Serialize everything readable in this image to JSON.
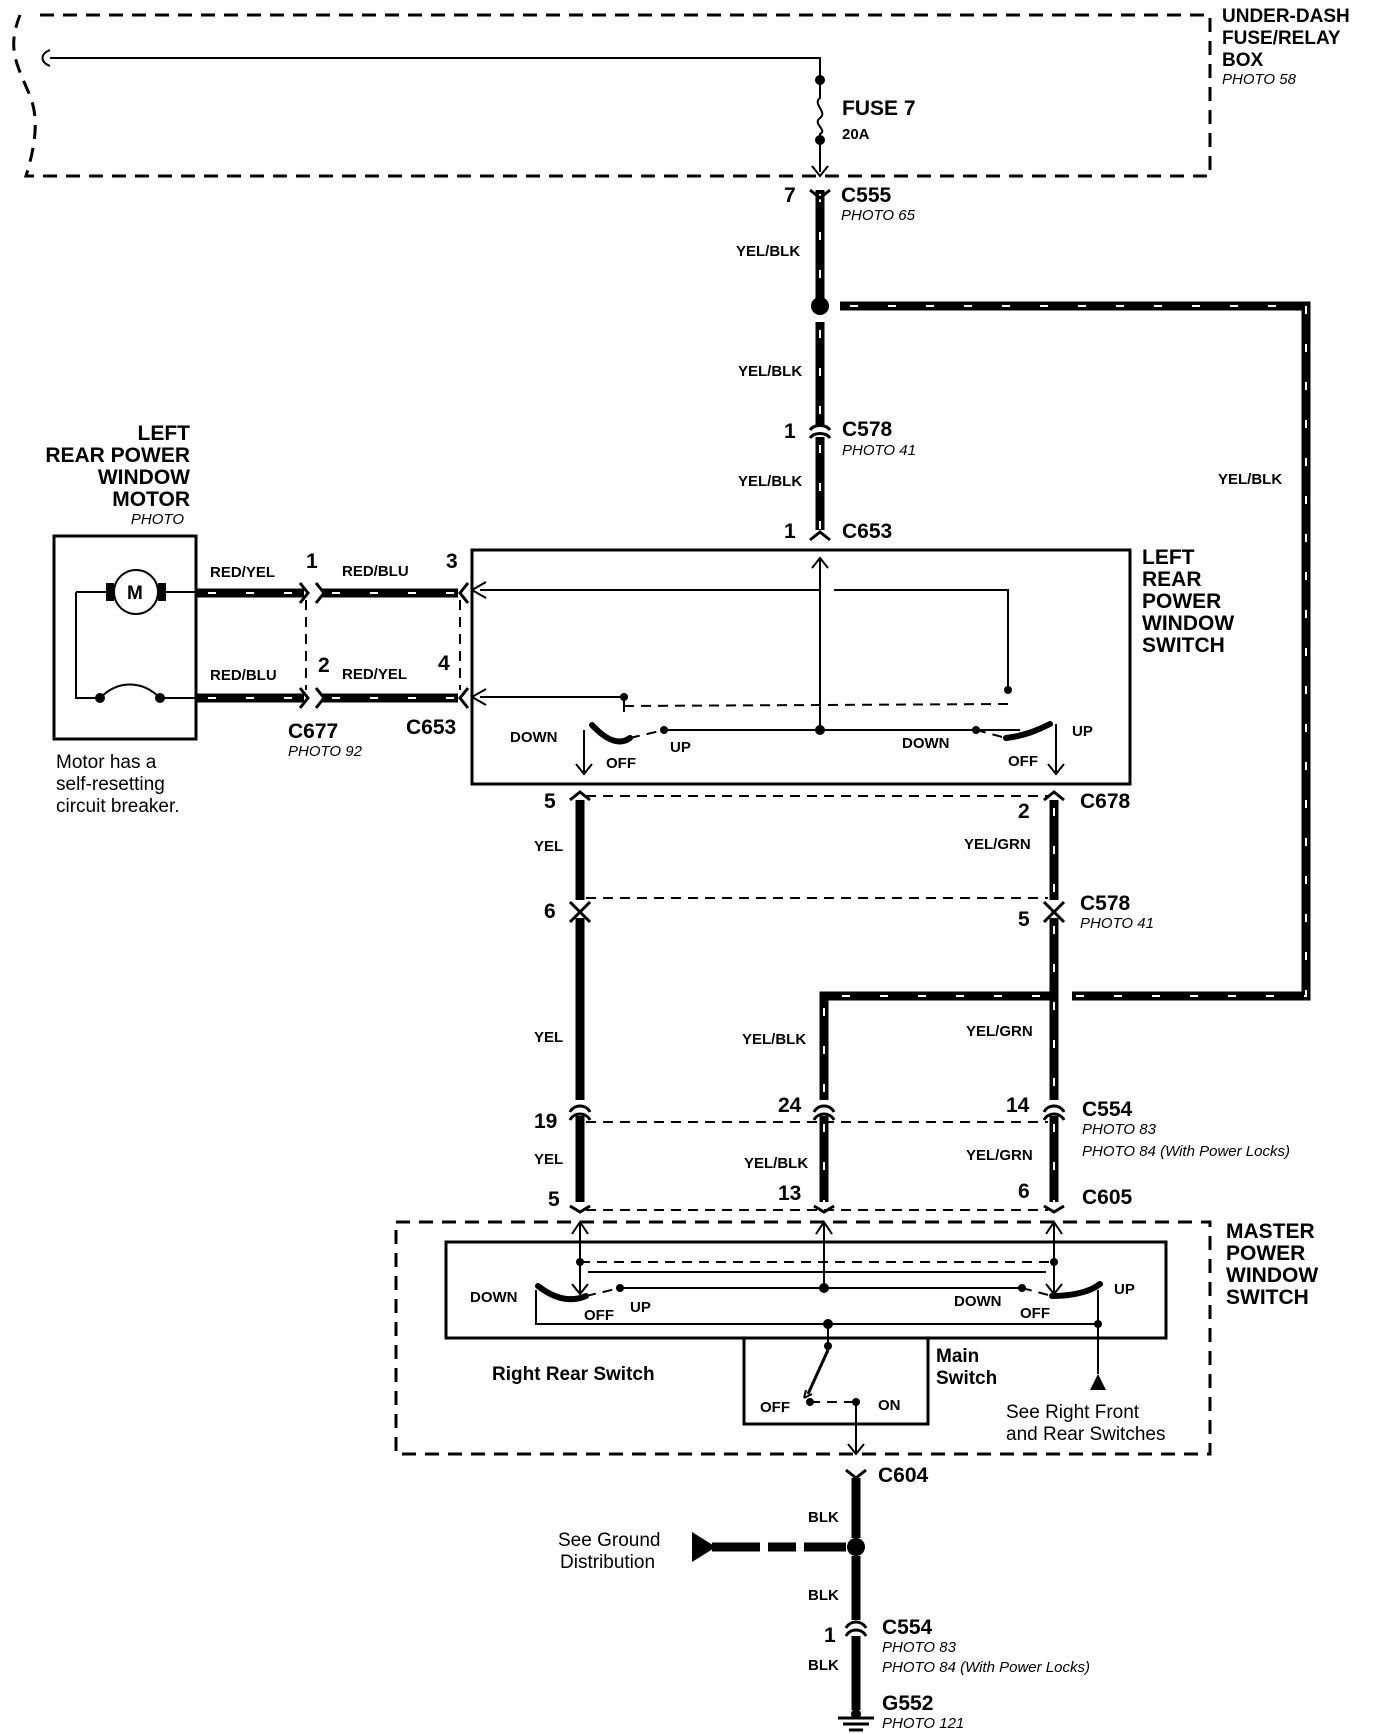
{
  "fuse_box": {
    "title_lines": [
      "UNDER-DASH",
      "FUSE/RELAY",
      "BOX"
    ],
    "photo": "PHOTO 58",
    "fuse_name": "FUSE 7",
    "fuse_rating": "20A"
  },
  "connectors": {
    "c555": {
      "name": "C555",
      "photo": "PHOTO 65",
      "pin": "7"
    },
    "c578_top": {
      "name": "C578",
      "photo": "PHOTO 41",
      "pin": "1"
    },
    "c653_top": {
      "name": "C653",
      "pin": "1"
    },
    "c677": {
      "name": "C677",
      "photo": "PHOTO 92",
      "pins": [
        "1",
        "2"
      ]
    },
    "c653_side": {
      "name": "C653",
      "pins": [
        "3",
        "4"
      ]
    },
    "c678": {
      "name": "C678",
      "pins": [
        "5",
        "2"
      ]
    },
    "c578_mid": {
      "name": "C578",
      "photo": "PHOTO 41",
      "pins": [
        "6",
        "5"
      ]
    },
    "c554_mid": {
      "name": "C554",
      "photo": "PHOTO 83",
      "photo2": "PHOTO 84 (With Power Locks)",
      "pins": [
        "19",
        "24",
        "14"
      ]
    },
    "c605": {
      "name": "C605",
      "pins": [
        "5",
        "13",
        "6"
      ]
    },
    "c604": {
      "name": "C604"
    },
    "c554_bottom": {
      "name": "C554",
      "photo": "PHOTO 83",
      "photo2": "PHOTO 84 (With Power Locks)",
      "pin": "1"
    },
    "g552": {
      "name": "G552",
      "photo": "PHOTO 121"
    }
  },
  "wires": {
    "yel_blk": "YEL/BLK",
    "red_yel": "RED/YEL",
    "red_blu": "RED/BLU",
    "yel": "YEL",
    "yel_grn": "YEL/GRN",
    "blk": "BLK"
  },
  "motor": {
    "title_lines": [
      "LEFT",
      "REAR POWER",
      "WINDOW",
      "MOTOR"
    ],
    "photo": "PHOTO",
    "symbol": "M",
    "note_lines": [
      "Motor has a",
      "self-resetting",
      "circuit breaker."
    ]
  },
  "left_switch": {
    "title_lines": [
      "LEFT",
      "REAR",
      "POWER",
      "WINDOW",
      "SWITCH"
    ],
    "down": "DOWN",
    "off": "OFF",
    "up": "UP"
  },
  "master_switch": {
    "title_lines": [
      "MASTER",
      "POWER",
      "WINDOW",
      "SWITCH"
    ],
    "down": "DOWN",
    "off": "OFF",
    "up": "UP",
    "right_rear_label": "Right Rear Switch",
    "main_switch_lines": [
      "Main",
      "Switch"
    ],
    "main_off": "OFF",
    "main_on": "ON",
    "see_lines": [
      "See Right Front",
      "and Rear Switches"
    ]
  },
  "ground": {
    "see_lines": [
      "See Ground",
      "Distribution"
    ]
  }
}
